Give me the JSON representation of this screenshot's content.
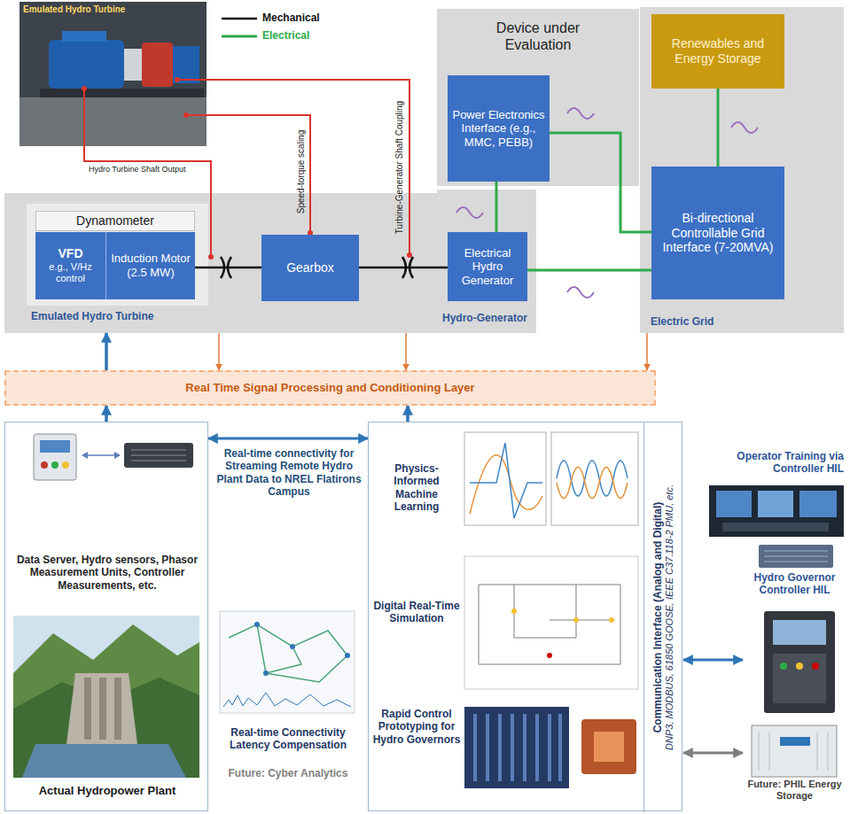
{
  "diagram": {
    "nodes": [
      {
        "text": [
          "Emulated Hydro Turbine"
        ]
      },
      {
        "text": [
          "Dynamometer"
        ],
        "in": 0
      },
      {
        "text": [
          "VFD",
          "e.g., V/Hz control"
        ],
        "in": 1
      },
      {
        "text": [
          "Induction Motor (2.5 MW)"
        ],
        "in": 1
      },
      {
        "text": [
          "Gearbox"
        ],
        "in": 0
      },
      {
        "text": [
          "Device under Evaluation"
        ]
      },
      {
        "text": [
          "Power Electronics Interface (e.g., MMC, PEBB)"
        ],
        "in": 5
      },
      {
        "text": [
          "Hydro-Generator"
        ]
      },
      {
        "text": [
          "Electrical Hydro Generator"
        ],
        "in": 7
      },
      {
        "text": [
          "Electric Grid"
        ]
      },
      {
        "text": [
          "Renewables and Energy Storage"
        ],
        "in": 9
      },
      {
        "text": [
          "Bi-directional Controllable Grid Interface (7-20MVA)"
        ],
        "in": 9
      },
      {
        "text": [
          "Real Time Signal Processing and Conditioning Layer"
        ]
      },
      {
        "text": [
          "Data Server, Hydro sensors, Phasor Measurement Units, Controller Measurements, etc.",
          "Actual Hydropower Plant"
        ]
      },
      {
        "text": [
          "Physics-Informed Machine Learning",
          "Digital Real-Time Simulation",
          "Rapid Control Prototyping for Hydro Governors"
        ]
      },
      {
        "text": [
          "Communication Interface (Analog and Digital)",
          "DNP3, MODBUS, 61850 GOOSE, IEEE C37.118-2 PMU, etc."
        ],
        "in": 14
      },
      {
        "text": [
          "Operator Training via Controller HIL"
        ]
      },
      {
        "text": [
          "Hydro Governor Controller HIL"
        ]
      },
      {
        "text": [
          "Future: PHIL Energy Storage"
        ]
      }
    ],
    "edges": [
      {
        "from": 3,
        "to": 4,
        "arrow": "none"
      },
      {
        "from": 4,
        "to": 8,
        "arrow": "none"
      },
      {
        "from": 6,
        "to": 8,
        "arrow": "none"
      },
      {
        "from": 6,
        "to": 11,
        "arrow": "none"
      },
      {
        "from": 8,
        "to": 11,
        "arrow": "none"
      },
      {
        "from": 10,
        "to": 11,
        "arrow": "none"
      },
      {
        "from": 0,
        "to": 12,
        "arrow": "to"
      },
      {
        "from": 0,
        "to": 12,
        "arrow": "to"
      },
      {
        "from": 9,
        "to": 12,
        "arrow": "to"
      },
      {
        "from": 12,
        "to": 0,
        "arrow": "to"
      },
      {
        "from": 13,
        "to": 12,
        "arrow": "to"
      },
      {
        "from": 14,
        "to": 12,
        "arrow": "to"
      },
      {
        "from": 13,
        "to": 14,
        "arrow": "both",
        "label": "Real-time connectivity for Streaming Remote Hydro Plant Data to NREL Flatirons Campus"
      },
      {
        "from": 15,
        "to": 17,
        "arrow": "both"
      },
      {
        "from": 15,
        "to": 18,
        "arrow": "both"
      }
    ],
    "labels": [
      "Emulated Hydro Turbine",
      "Hydro Turbine Shaft Output",
      "Speed-torque scaling",
      "Turbine-Generator Shaft Coupling",
      "Real-time Connectivity Latency Compensation",
      "Future: Cyber Analytics"
    ],
    "legend": [
      {
        "text": "Mechanical"
      },
      {
        "text": "Electrical"
      }
    ]
  }
}
